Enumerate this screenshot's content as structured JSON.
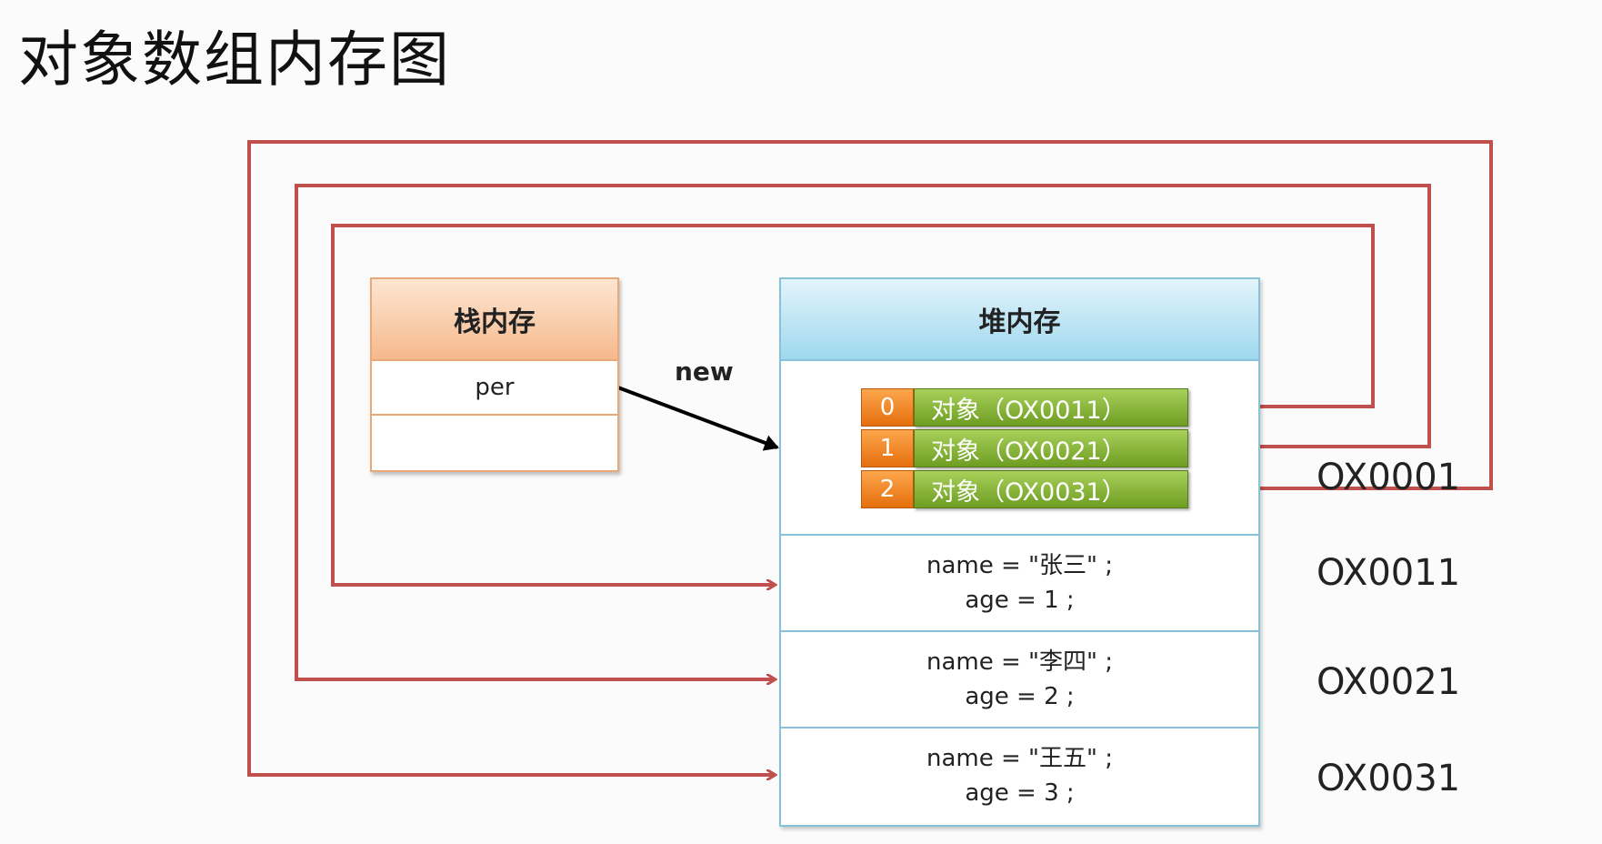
{
  "title": "对象数组内存图",
  "stack": {
    "title": "栈内存",
    "variable": "per",
    "empty_cell": ""
  },
  "arrow_label": "new",
  "heap": {
    "title": "堆内存",
    "array_address": "OX0001",
    "array": [
      {
        "index": "0",
        "value": "对象（OX0011）"
      },
      {
        "index": "1",
        "value": "对象（OX0021）"
      },
      {
        "index": "2",
        "value": "对象（OX0031）"
      }
    ],
    "objects": [
      {
        "name_line": "name = \"张三\" ;",
        "age_line": "age = 1 ;",
        "address": "OX0011"
      },
      {
        "name_line": "name = \"李四\" ;",
        "age_line": "age = 2 ;",
        "address": "OX0021"
      },
      {
        "name_line": "name = \"王五\" ;",
        "age_line": "age = 3 ;",
        "address": "OX0031"
      }
    ]
  },
  "colors": {
    "pointer_line": "#c0504d",
    "stack_border": "#e8a878",
    "heap_border": "#88c2d8",
    "index_cell": "#f58b2a",
    "value_cell": "#8ab83e"
  }
}
